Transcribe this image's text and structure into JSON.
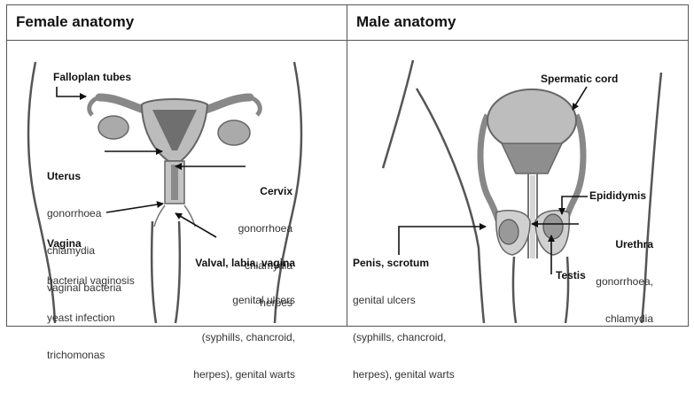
{
  "female": {
    "heading": "Female anatomy",
    "labels": {
      "falloplan": "Falloplan tubes",
      "uterus_title": "Uterus",
      "uterus_items": [
        "gonorrhoea",
        "chlamydia",
        "vaginal bacteria"
      ],
      "vagina_title": "Vagina",
      "vagina_items": [
        "bacterial vaginosis",
        "yeast infection",
        "trichomonas"
      ],
      "cervix_title": "Cervix",
      "cervix_items": [
        "gonorrhoea",
        "chlamydia",
        "herpes"
      ],
      "valval_title": "Valval, labia, vagina",
      "valval_items": [
        "genital ulcers",
        "(syphills, chancroid,",
        "herpes), genital warts"
      ]
    }
  },
  "male": {
    "heading": "Male anatomy",
    "labels": {
      "spermatic": "Spermatic cord",
      "epididymis": "Epididymis",
      "urethra_title": "Urethra",
      "urethra_items": [
        "gonorrhoea,",
        "chlamydia"
      ],
      "testis": "Testis",
      "penis_title": "Penis, scrotum",
      "penis_items": [
        "genital ulcers",
        "(syphills, chancroid,",
        "herpes), genital warts"
      ]
    }
  }
}
